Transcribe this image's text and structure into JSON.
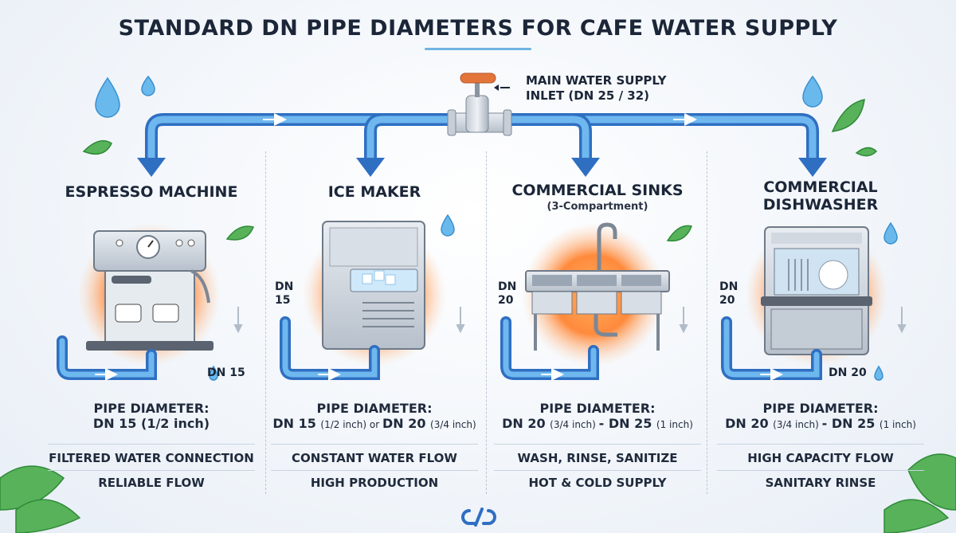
{
  "title": "STANDARD DN PIPE DIAMETERS FOR CAFE WATER SUPPLY",
  "inlet": {
    "line1": "MAIN WATER SUPPLY",
    "line2": "INLET (DN 25 / 32)"
  },
  "columns": [
    {
      "title_lines": [
        "ESPRESSO MACHINE"
      ],
      "subtitle": "",
      "side_dn": [],
      "bottom_dn": "DN 15",
      "diameter_heading": "PIPE DIAMETER:",
      "diameter_value": [
        {
          "t": "DN 15 (1/2 inch)",
          "s": false
        }
      ],
      "features": [
        "FILTERED WATER CONNECTION",
        "RELIABLE FLOW"
      ]
    },
    {
      "title_lines": [
        "ICE MAKER"
      ],
      "subtitle": "",
      "side_dn": [
        "DN",
        "15"
      ],
      "bottom_dn": "",
      "diameter_heading": "PIPE DIAMETER:",
      "diameter_value": [
        {
          "t": "DN 15 ",
          "s": false
        },
        {
          "t": "(1/2 inch) or ",
          "s": true
        },
        {
          "t": "DN 20 ",
          "s": false
        },
        {
          "t": "(3/4 inch)",
          "s": true
        }
      ],
      "features": [
        "CONSTANT WATER FLOW",
        "HIGH PRODUCTION"
      ]
    },
    {
      "title_lines": [
        "COMMERCIAL SINKS"
      ],
      "subtitle": "(3-Compartment)",
      "side_dn": [
        "DN",
        "20"
      ],
      "bottom_dn": "",
      "diameter_heading": "PIPE DIAMETER:",
      "diameter_value": [
        {
          "t": "DN 20 ",
          "s": false
        },
        {
          "t": "(3/4 inch) ",
          "s": true
        },
        {
          "t": "- DN 25 ",
          "s": false
        },
        {
          "t": "(1 inch)",
          "s": true
        }
      ],
      "features": [
        "WASH, RINSE, SANITIZE",
        "HOT & COLD SUPPLY"
      ]
    },
    {
      "title_lines": [
        "COMMERCIAL",
        "DISHWASHER"
      ],
      "subtitle": "",
      "side_dn": [
        "DN",
        "20"
      ],
      "bottom_dn": "DN 20",
      "diameter_heading": "PIPE DIAMETER:",
      "diameter_value": [
        {
          "t": "DN 20 ",
          "s": false
        },
        {
          "t": "(3/4 inch) ",
          "s": true
        },
        {
          "t": "- DN 25 ",
          "s": false
        },
        {
          "t": "(1 inch)",
          "s": true
        }
      ],
      "features": [
        "HIGH CAPACITY FLOW",
        "SANITARY RINSE"
      ]
    }
  ],
  "colors": {
    "pipe": "#3b82d8",
    "pipe_light": "#9fd0f5",
    "glow": "#ff8a3c",
    "leaf": "#4caf50",
    "drop": "#5fb4ea"
  },
  "icons": [
    "water-drop-icon",
    "leaf-icon",
    "valve-icon",
    "logo-icon"
  ]
}
